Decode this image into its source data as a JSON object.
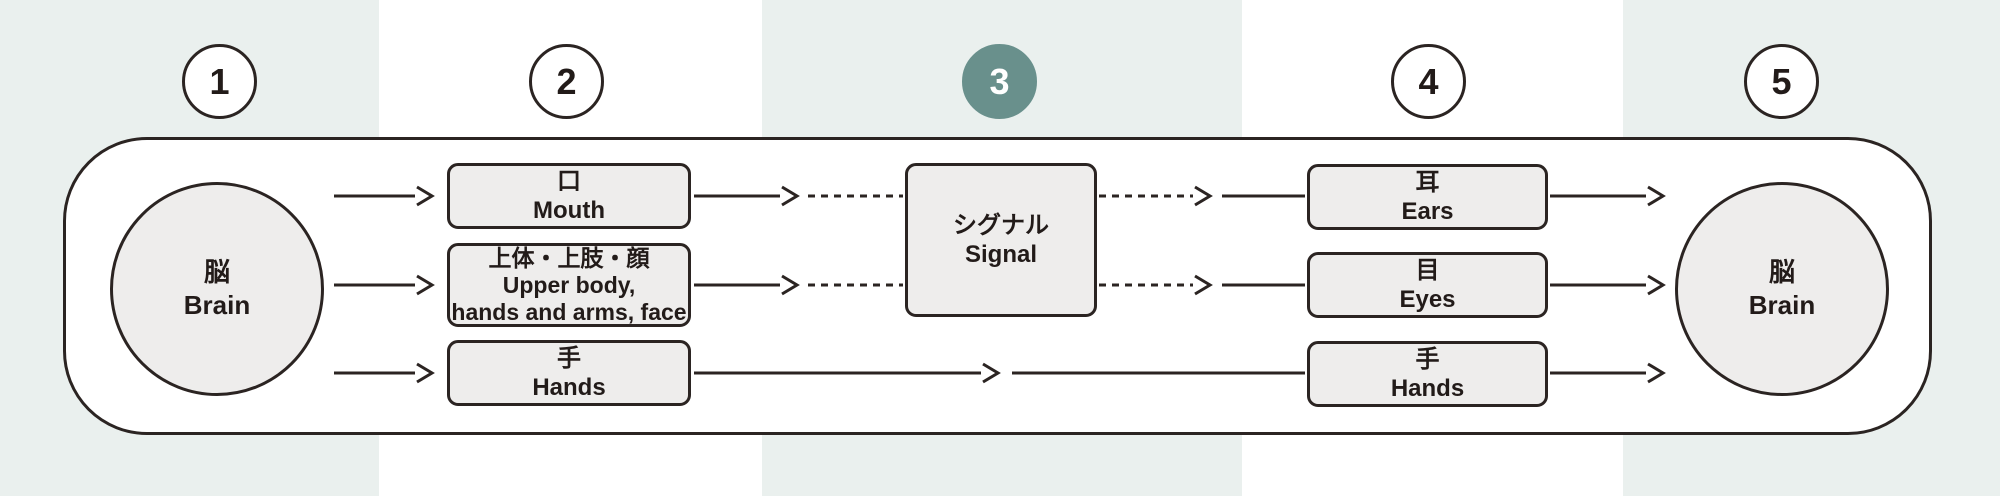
{
  "colors": {
    "accent": "#69908c",
    "band": "#eaf0ee",
    "node_fill": "#eeedec",
    "line": "#2b2422",
    "text": "#221b19"
  },
  "steps": [
    {
      "label": "1"
    },
    {
      "label": "2"
    },
    {
      "label": "3"
    },
    {
      "label": "4"
    },
    {
      "label": "5"
    }
  ],
  "diagram": {
    "brain_left": {
      "ja": "脳",
      "en": "Brain"
    },
    "outputs": [
      {
        "ja": "口",
        "en": "Mouth"
      },
      {
        "ja": "上体・上肢・顔",
        "en": "Upper body,",
        "en2": "hands and arms, face"
      },
      {
        "ja": "手",
        "en": "Hands"
      }
    ],
    "signal": {
      "ja": "シグナル",
      "en": "Signal"
    },
    "inputs": [
      {
        "ja": "耳",
        "en": "Ears"
      },
      {
        "ja": "目",
        "en": "Eyes"
      },
      {
        "ja": "手",
        "en": "Hands"
      }
    ],
    "brain_right": {
      "ja": "脳",
      "en": "Brain"
    }
  }
}
